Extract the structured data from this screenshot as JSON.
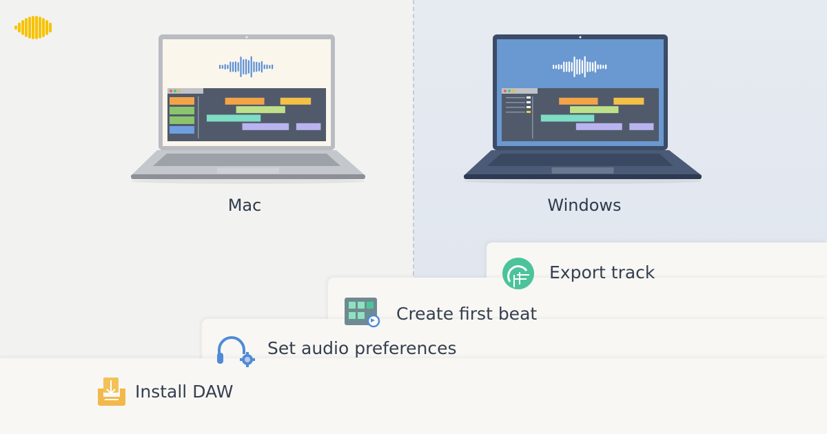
{
  "platforms": [
    {
      "label": "Mac",
      "theme": {
        "bezel": "#b9bcc1",
        "screen": "#faf6ec",
        "wave": "#5b8fd6",
        "base": "#c4c7cc",
        "keys": "#9da1a8",
        "edge": "#8d9096"
      }
    },
    {
      "label": "Windows",
      "theme": {
        "bezel": "#3c4b66",
        "screen": "#6a98d0",
        "wave": "#ffffff",
        "base": "#4b5b77",
        "keys": "#3a4862",
        "edge": "#2d3a52"
      }
    }
  ],
  "steps": [
    {
      "label": "Install DAW",
      "icon": "download-icon",
      "color": "#f2bc4f"
    },
    {
      "label": "Set audio preferences",
      "icon": "headphones-gear-icon",
      "color": "#4f8bd6"
    },
    {
      "label": "Create first beat",
      "icon": "beat-grid-icon",
      "color": "#6e8a92"
    },
    {
      "label": "Export track",
      "icon": "export-icon",
      "color": "#4cc39a"
    }
  ],
  "colors": {
    "logo": "#f7c300",
    "clip_orange": "#f2a447",
    "clip_yellow": "#f3c048",
    "clip_green": "#bfe08a",
    "clip_teal": "#7fdcc5",
    "clip_purple": "#b9b3f0",
    "daw_bg": "#505a6a"
  }
}
